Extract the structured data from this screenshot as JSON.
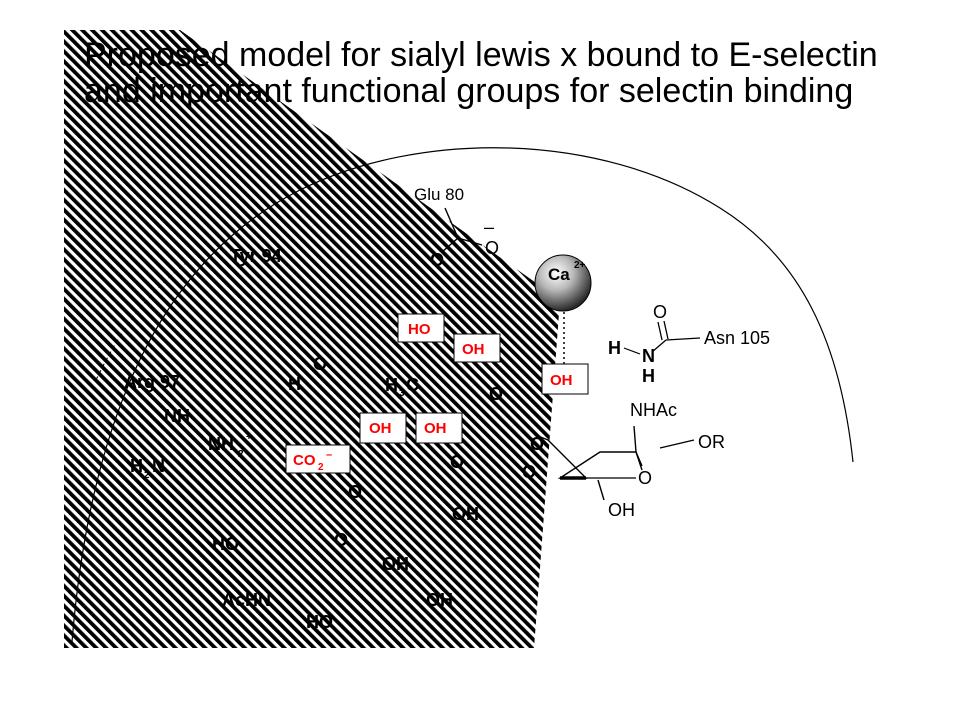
{
  "title": {
    "line1": "Proposed model for sialyl lewis x bound to E-selectin",
    "line2": "and important functional groups for selectin binding"
  },
  "protein_labels": {
    "glu": "Glu 80",
    "tyr": "Tyr 94",
    "arg": "Arg 97",
    "asn": "Asn 105",
    "ca": "Ca",
    "ca_charge": "2+",
    "carboxylate_minus": "–",
    "carboxylate_o": "O",
    "asn_o": "O",
    "asn_h": "H",
    "asn_n": "N",
    "asn_nh": "H"
  },
  "ligand_labels": {
    "o_glu_top": "O",
    "o_mid": "O",
    "h_small": "H",
    "h3c": "H",
    "h3c_sub": "3",
    "h3c_c": "C",
    "nh": "NH",
    "nh2": "NH",
    "nh2_sub": "2",
    "nh2_sup": "+",
    "h2n": "H",
    "h2n_sub": "2",
    "h2n_n": "N",
    "o_right1": "O",
    "o_right2": "O",
    "o_right3": "O",
    "o_right4": "O",
    "o_center": "O",
    "o_lower": "O",
    "oh_lower": "OH",
    "ho_left": "HO",
    "oh_bottom": "OH",
    "achn": "AcHN",
    "oh_bottom2": "OH",
    "ho_bottom": "HO",
    "nhac": "NHAc",
    "or": "OR",
    "ring_o": "O",
    "oh_ring": "OH"
  },
  "functional_groups": {
    "ho_box": "HO",
    "oh_box1": "OH",
    "oh_box2": "OH",
    "oh_box3": "OH",
    "oh_box4": "OH",
    "co2_box": "CO",
    "co2_sub": "2",
    "co2_sup": "–"
  },
  "colors": {
    "highlight": "#ff0000",
    "hatch": "#000000",
    "background": "#ffffff"
  }
}
